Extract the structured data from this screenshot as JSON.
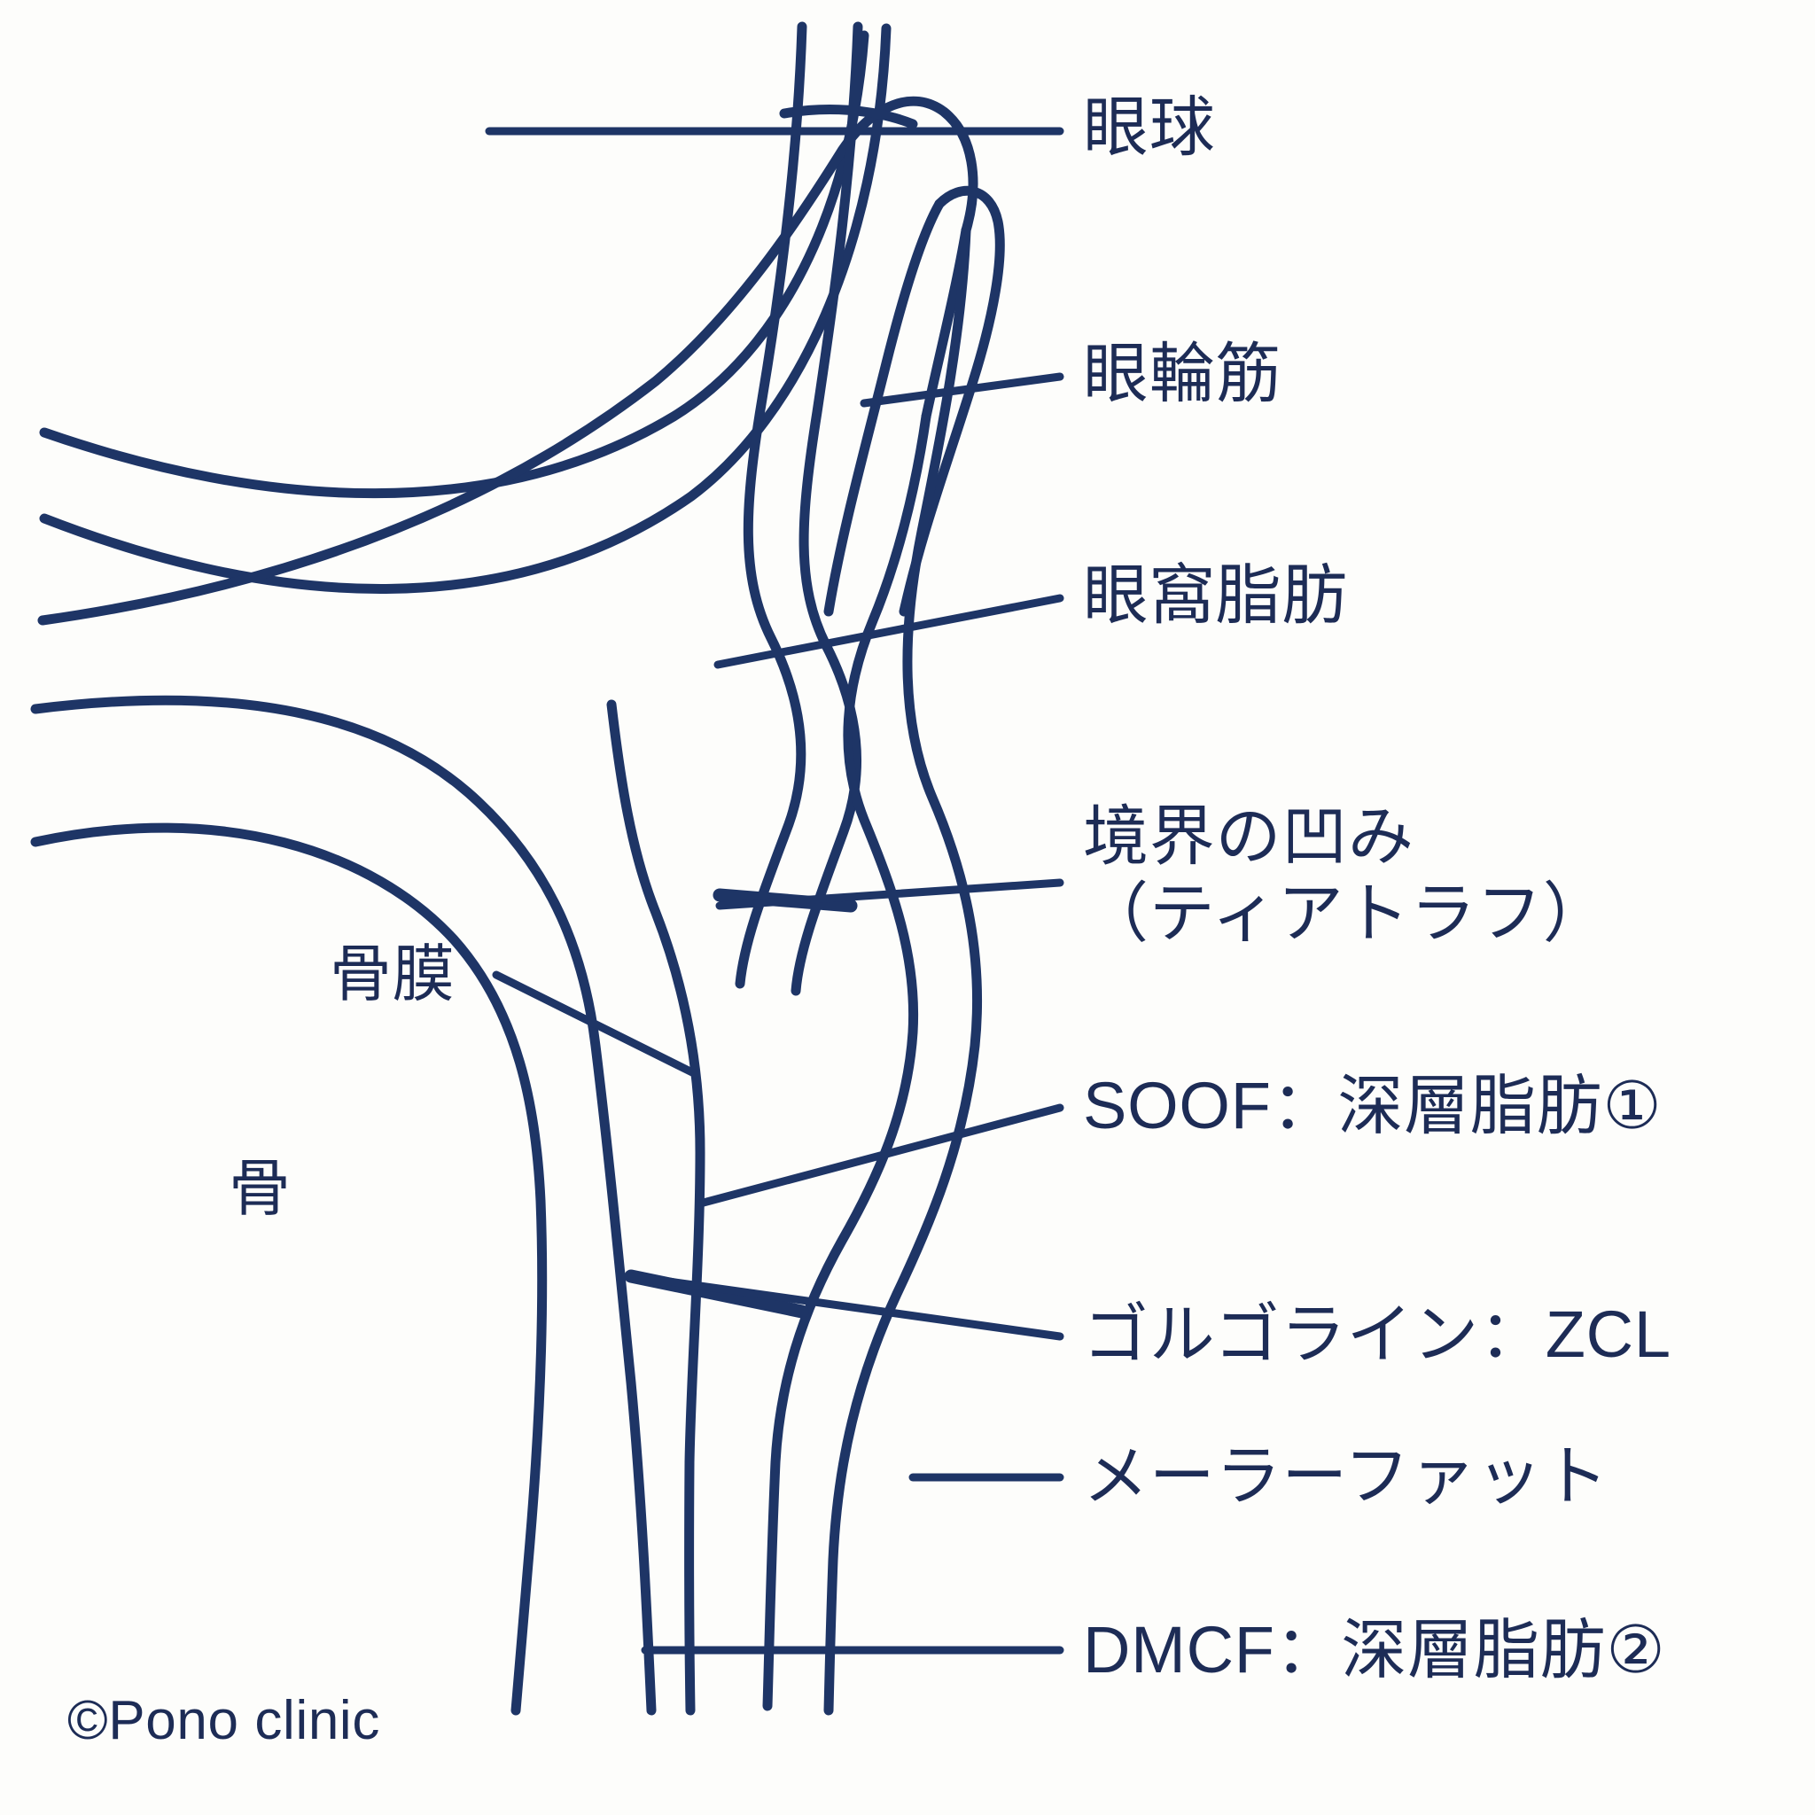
{
  "figure": {
    "title_text": "",
    "background_color": "#fdfdfb",
    "line_color": "#1e3566",
    "text_color": "#1d2c56"
  },
  "labels": {
    "right": [
      {
        "id": "eyeball",
        "text": "眼球"
      },
      {
        "id": "orbicularis",
        "text": "眼輪筋"
      },
      {
        "id": "orbital_fat",
        "text": "眼窩脂肪"
      },
      {
        "id": "soof",
        "text": "SOOF：深層脂肪①"
      },
      {
        "id": "golgo_zcl",
        "text": "ゴルゴライン：ZCL"
      },
      {
        "id": "malar_fat",
        "text": "メーラーファット"
      },
      {
        "id": "dmcf",
        "text": "DMCF：深層脂肪②"
      }
    ],
    "tear_trough": {
      "line1": "境界の凹み",
      "line2": "（ティアトラフ）"
    },
    "left": [
      {
        "id": "periosteum",
        "text": "骨膜"
      },
      {
        "id": "bone",
        "text": "骨"
      }
    ]
  },
  "credit": {
    "text": "©Pono clinic"
  }
}
